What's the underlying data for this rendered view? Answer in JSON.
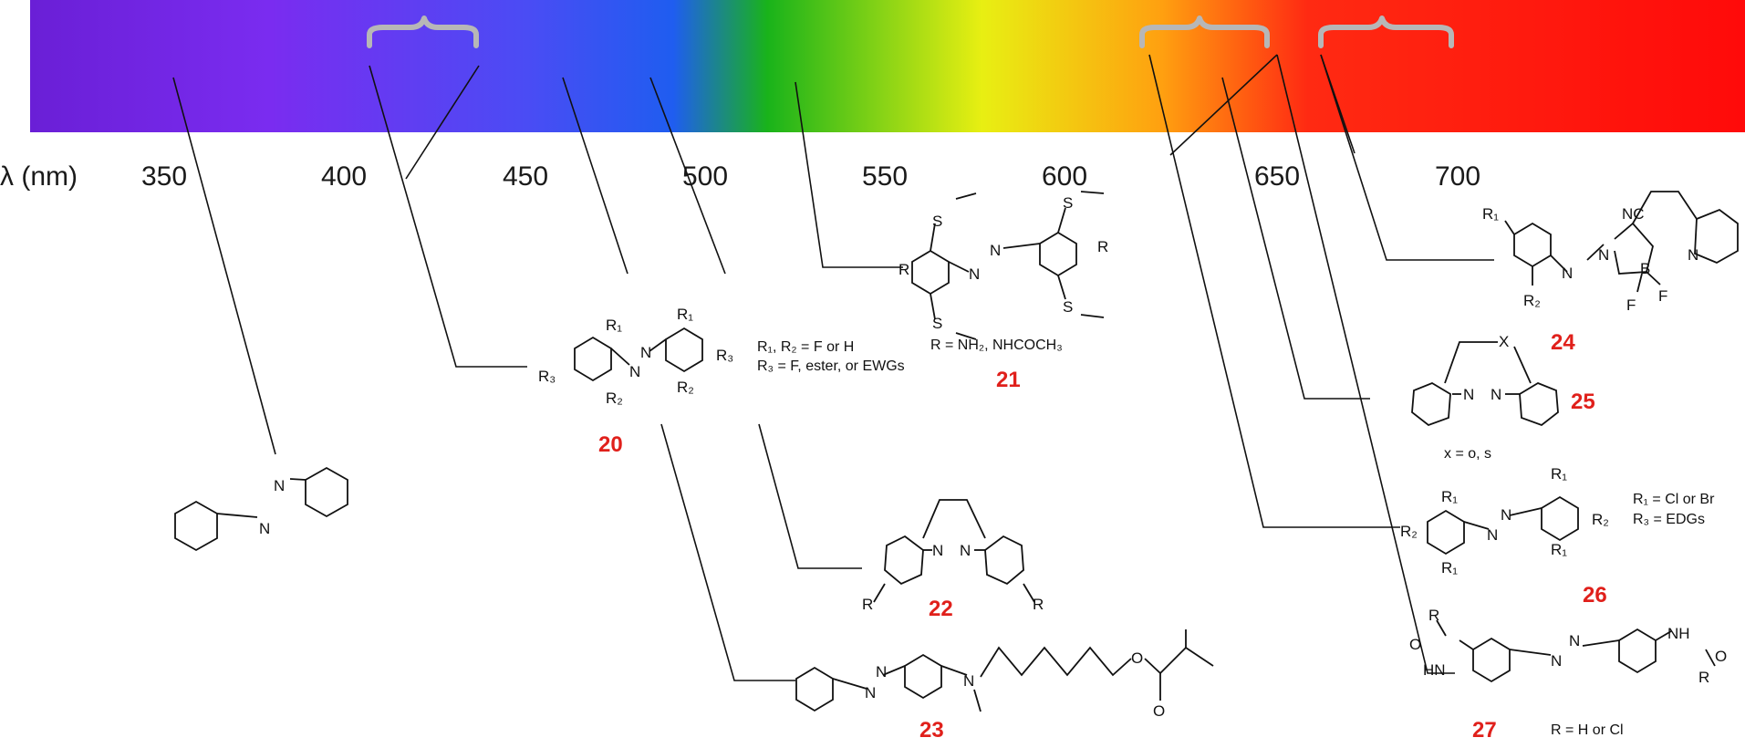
{
  "axis": {
    "label": "λ (nm)",
    "ticks": [
      "350",
      "400",
      "450",
      "500",
      "550",
      "600",
      "650",
      "700"
    ]
  },
  "spectrum": {
    "colors": [
      "#6a1fd6",
      "#7a2cf0",
      "#4a4cf4",
      "#1f5df0",
      "#19b31a",
      "#e8ef12",
      "#ffa010",
      "#ff2a12",
      "#ff0a0a"
    ]
  },
  "compounds": [
    {
      "id": "20",
      "substituents": [
        "R₁, R₂ = F or H",
        "R₃ = F, ester, or EWGs"
      ]
    },
    {
      "id": "21",
      "substituents": [
        "R = NH₂, NHCOCH₃"
      ]
    },
    {
      "id": "22",
      "substituents": []
    },
    {
      "id": "23",
      "substituents": []
    },
    {
      "id": "24",
      "substituents": []
    },
    {
      "id": "25",
      "substituents": [
        "x = o, s"
      ]
    },
    {
      "id": "26",
      "substituents": [
        "R₁ = Cl or Br",
        "R₃ = EDGs"
      ]
    },
    {
      "id": "27",
      "substituents": [
        "R = H or Cl"
      ]
    }
  ],
  "atoms": {
    "N": "N",
    "R": "R",
    "R1": "R₁",
    "R2": "R₂",
    "R3": "R₃",
    "S": "S",
    "X": "X",
    "B": "B",
    "F": "F",
    "NC": "NC",
    "O": "O",
    "NH": "NH",
    "HN": "HN"
  },
  "colors": {
    "compound_id": "#e0201b",
    "brace": "#b7b7b7",
    "lines": "#111111"
  }
}
